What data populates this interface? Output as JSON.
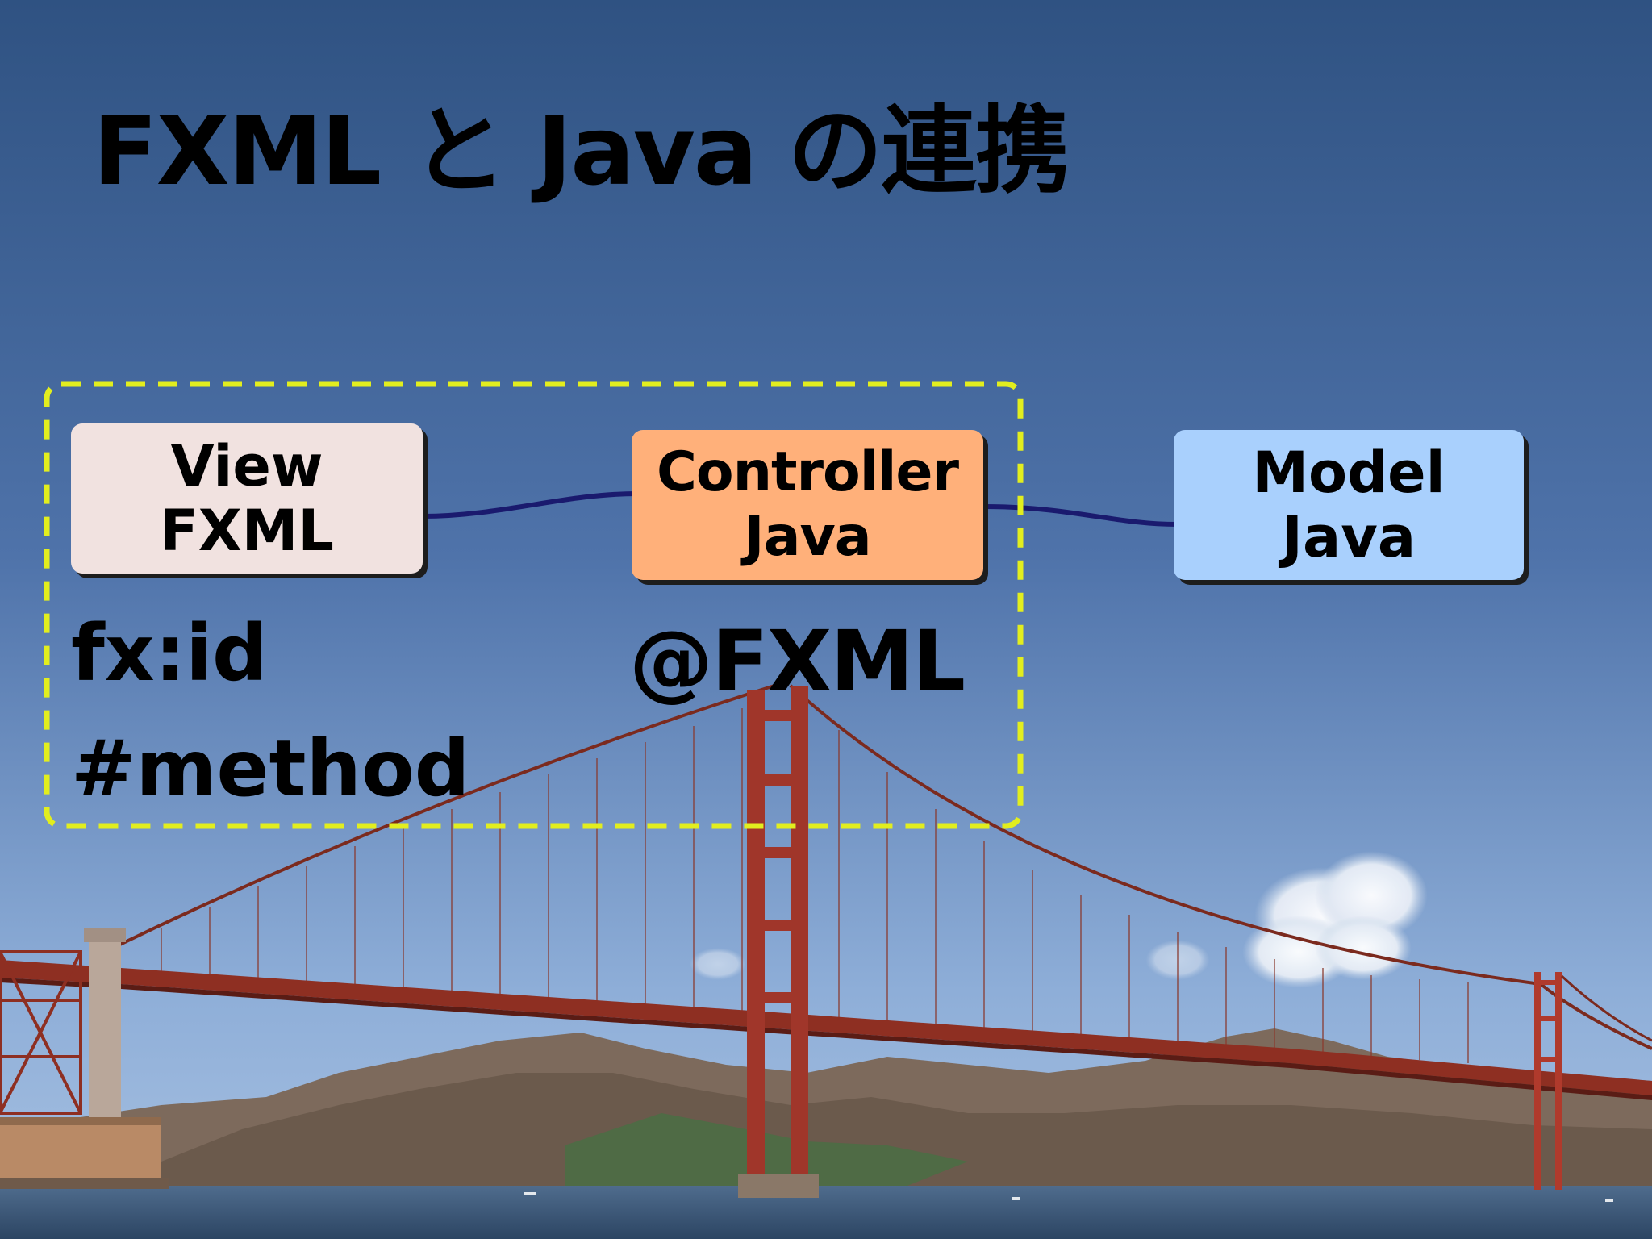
{
  "slide": {
    "title": "FXML と Java の連携"
  },
  "diagram": {
    "view_box": {
      "line1": "View",
      "line2": "FXML"
    },
    "controller_box": {
      "line1": "Controller",
      "line2": "Java"
    },
    "model_box": {
      "line1": "Model",
      "line2": "Java"
    },
    "view_notes": [
      "fx:id",
      "#method"
    ],
    "controller_note": "@FXML"
  },
  "colors": {
    "view_fill": "#f1e2e0",
    "controller_fill": "#ffb07a",
    "model_fill": "#a9d0fd",
    "connector": "#1a1a6e",
    "dashed_group_border": "#e2ee1e",
    "sky_top": "#2f5282",
    "sky_bottom": "#a3bfe0"
  },
  "background": {
    "description_icon": "golden-gate-bridge-photo"
  }
}
